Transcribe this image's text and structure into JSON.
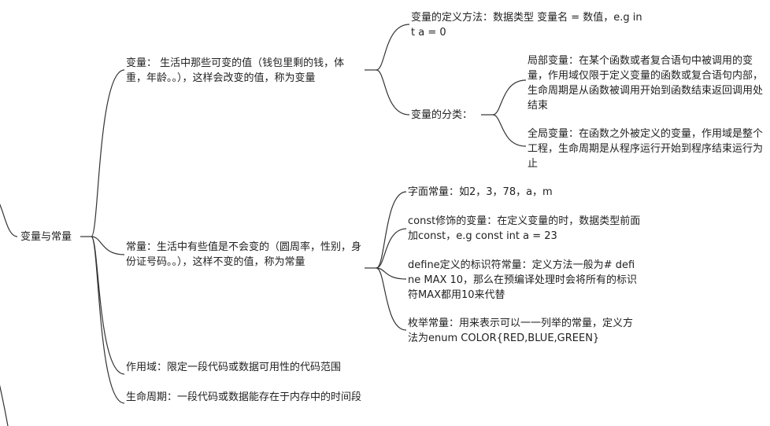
{
  "mindmap": {
    "root": {
      "label": "变量与常量"
    },
    "variable": {
      "label": "变量：  生活中那些可变的值（钱包里剩的钱，体重，年龄。。），这样会改变的值，称为变量",
      "definition": "变量的定义方法：数据类型 变量名 = 数值，e.g int a = 0",
      "classification": {
        "label": "变量的分类：",
        "local": "局部变量：在某个函数或者复合语句中被调用的变量，作用域仅限于定义变量的函数或复合语句内部，生命周期是从函数被调用开始到函数结束返回调用处结束",
        "global": "全局变量：在函数之外被定义的变量，作用域是整个工程，生命周期是从程序运行开始到程序结束运行为止"
      }
    },
    "constant": {
      "label": "常量：生活中有些值是不会变的（圆周率，性别，身份证号码。。），这样不变的值，称为常量",
      "literal": "字面常量：如2，3，78，a，m",
      "const_modified": "const修饰的变量：在定义变量的时，数据类型前面加const，e.g const int a = 23",
      "define": "define定义的标识符常量：定义方法一般为# define MAX 10，那么在预编译处理时会将所有的标识符MAX都用10来代替",
      "enum": "枚举常量：用来表示可以一一列举的常量，定义方法为enum COLOR{RED,BLUE,GREEN}"
    },
    "scope": "作用域：限定一段代码或数据可用性的代码范围",
    "lifetime": "生命周期：一段代码或数据能存在于内存中的时间段"
  },
  "colors": {
    "line": "#333333",
    "text": "#222222",
    "background": "#ffffff"
  }
}
